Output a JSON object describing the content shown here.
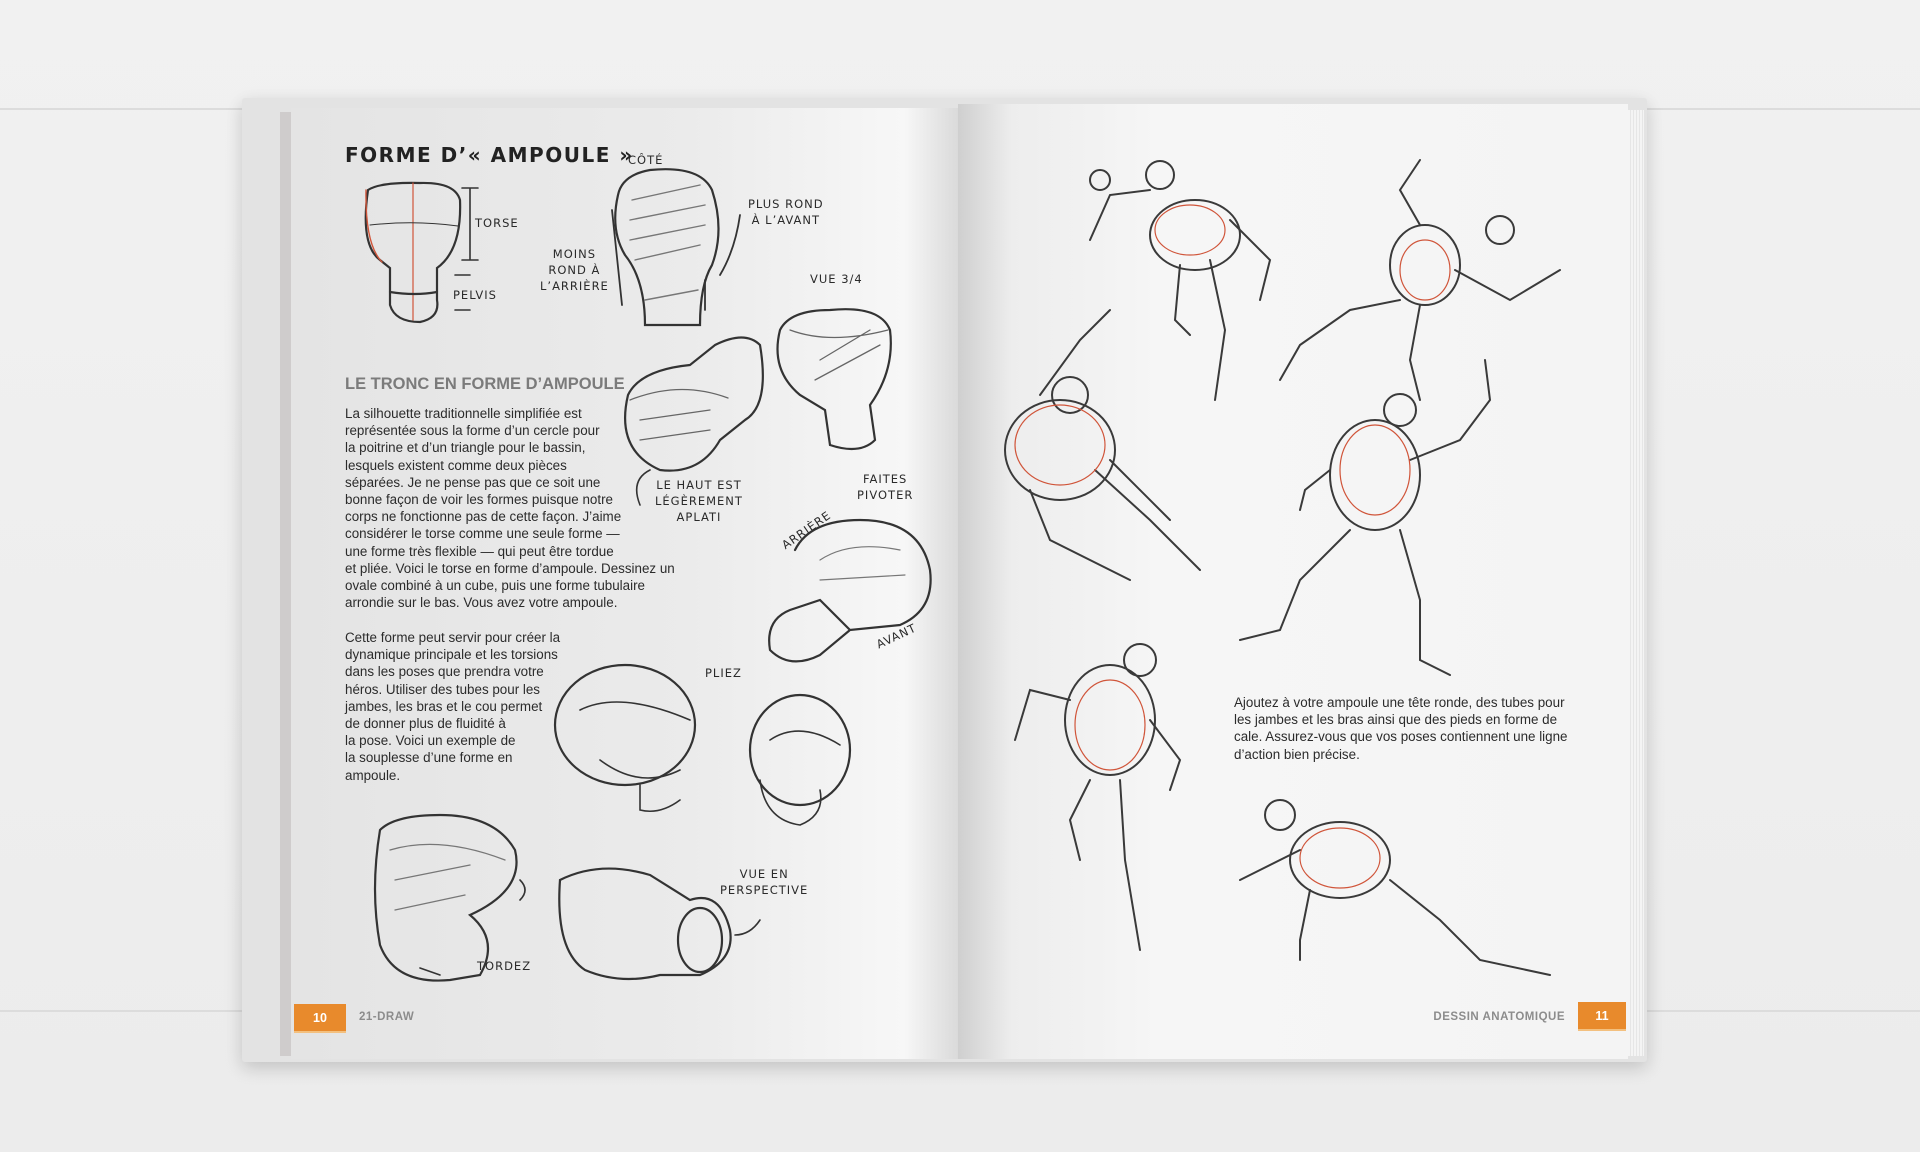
{
  "left_page": {
    "title": "FORME D’« AMPOULE »",
    "labels": {
      "cote": "CÔTÉ",
      "torse": "TORSE",
      "pelvis": "PELVIS",
      "moins_rond": "MOINS\nROND À\nL’ARRIÈRE",
      "plus_rond": "PLUS ROND\nÀ L’AVANT",
      "vue_34": "VUE 3/4",
      "haut_aplati": "LE HAUT EST\nLÉGÈREMENT\nAPLATI",
      "faites_pivoter": "FAITES\nPIVOTER",
      "arriere": "ARRIÈRE",
      "avant": "AVANT",
      "pliez": "PLIEZ",
      "vue_perspective": "VUE EN\nPERSPECTIVE",
      "tordez": "TORDEZ"
    },
    "heading": "LE TRONC EN FORME D’AMPOULE",
    "paragraph1_lines": [
      "La silhouette traditionnelle simplifiée est",
      "représentée sous la forme d’un cercle pour",
      "la poitrine et d’un triangle pour le bassin,",
      "lesquels existent comme deux pièces",
      "séparées. Je ne pense pas que ce soit une",
      "bonne façon de voir les formes puisque notre",
      "corps ne fonctionne pas de cette façon. J’aime",
      "considérer le torse comme une seule forme —",
      "une forme très flexible — qui peut être tordue",
      "et pliée. Voici le torse en forme d’ampoule. Dessinez un",
      "ovale combiné à un cube, puis une forme tubulaire",
      "arrondie sur le bas. Vous avez votre ampoule."
    ],
    "paragraph2_lines": [
      "Cette forme peut servir pour créer la",
      "dynamique principale et les torsions",
      "dans les poses que prendra votre",
      "héros. Utiliser des tubes pour les",
      "jambes, les bras et le cou permet",
      "de donner plus de fluidité à",
      "la pose. Voici un exemple de",
      "la souplesse d’une forme en",
      "ampoule."
    ],
    "page_number": "10",
    "running_head": "21-DRAW"
  },
  "right_page": {
    "caption_lines": [
      "Ajoutez à votre ampoule une tête ronde, des tubes pour",
      "les jambes et les bras ainsi que des pieds en forme de",
      "cale. Assurez-vous que vos poses contiennent une ligne",
      "d’action bien précise."
    ],
    "page_number": "11",
    "running_head": "DESSIN ANATOMIQUE"
  },
  "colors": {
    "accent": "#e88a2c",
    "sketch": "#333333",
    "construction": "#d0553a"
  }
}
